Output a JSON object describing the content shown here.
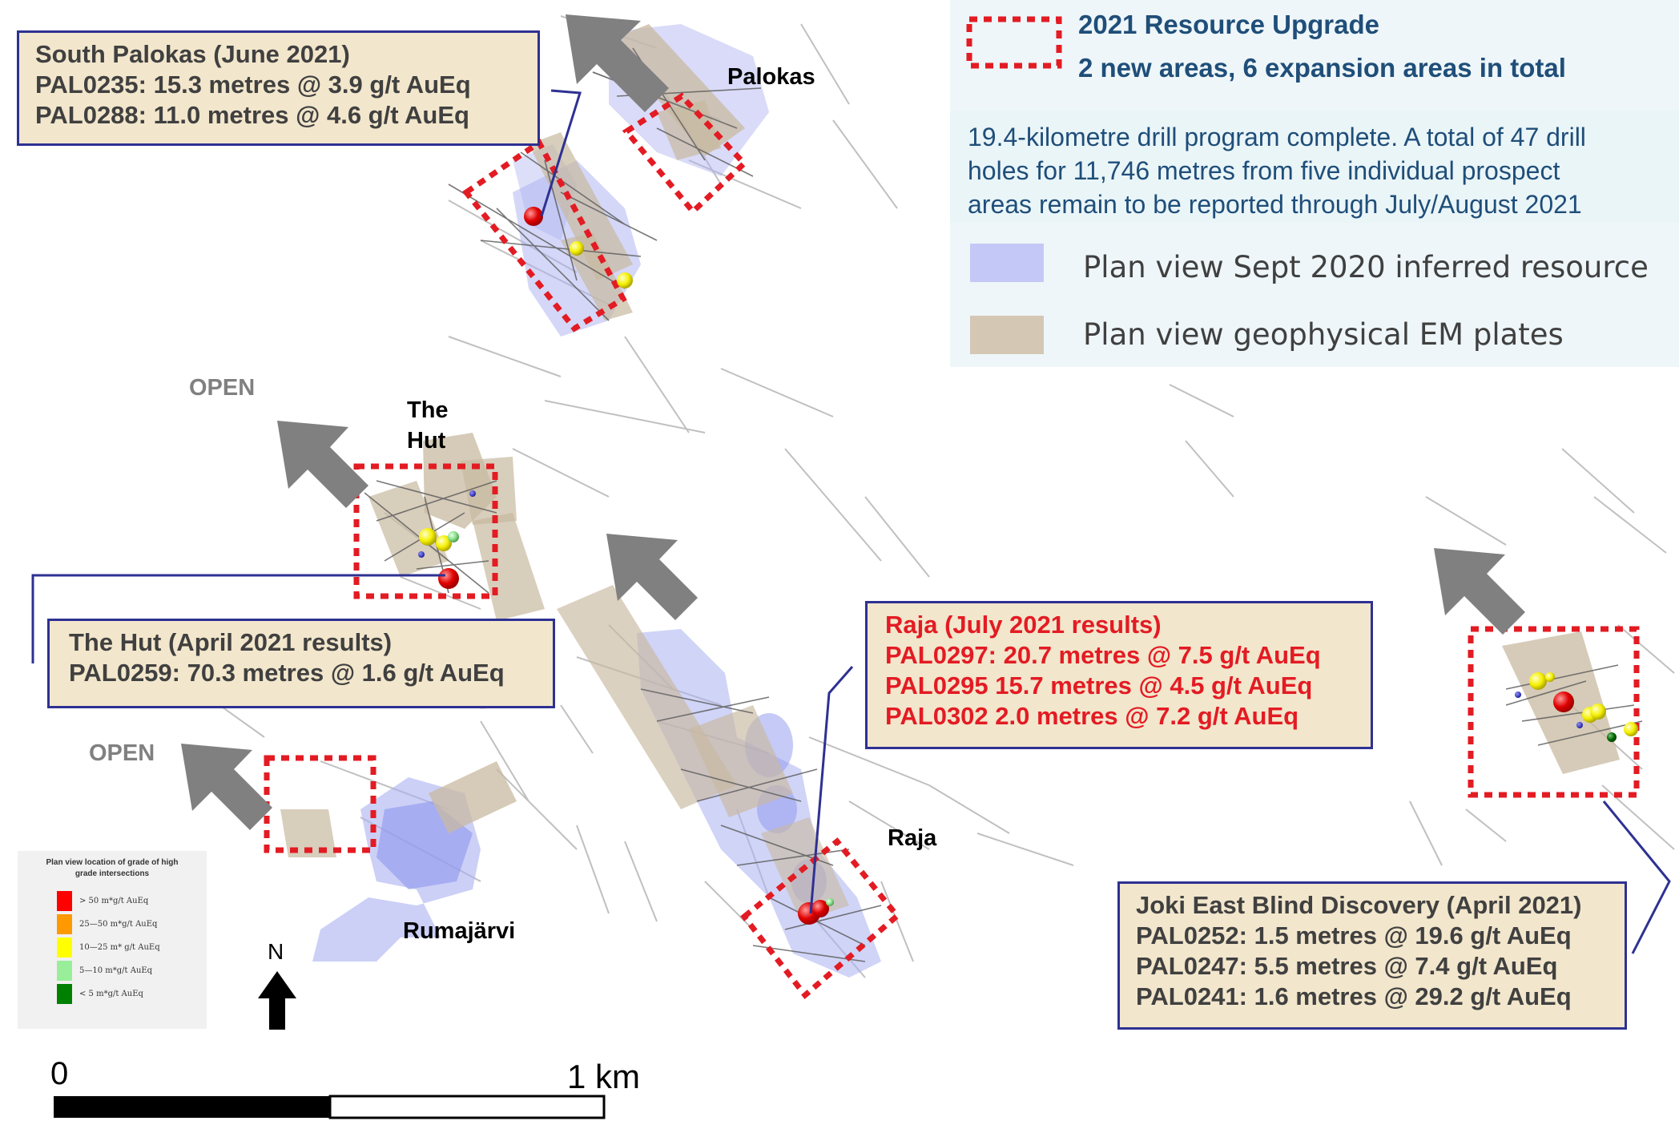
{
  "callouts": {
    "south_palokas": {
      "title": "South Palokas (June 2021)",
      "lines": [
        "PAL0235: 15.3 metres @ 3.9 g/t AuEq",
        "PAL0288: 11.0 metres @ 4.6 g/t AuEq"
      ]
    },
    "the_hut": {
      "title": "The Hut (April 2021 results)",
      "lines": [
        "PAL0259: 70.3 metres @ 1.6 g/t AuEq"
      ]
    },
    "raja": {
      "title": "Raja (July 2021 results)",
      "lines": [
        "PAL0297: 20.7 metres @ 7.5 g/t AuEq",
        "PAL0295 15.7 metres @ 4.5 g/t AuEq",
        "PAL0302 2.0 metres @ 7.2 g/t AuEq"
      ]
    },
    "joki_east": {
      "title": "Joki East Blind Discovery (April 2021)",
      "lines": [
        "PAL0252: 1.5 metres @ 19.6 g/t AuEq",
        "PAL0247: 5.5 metres @ 7.4 g/t AuEq",
        "PAL0241: 1.6 metres @ 29.2 g/t AuEq"
      ]
    }
  },
  "place_labels": {
    "palokas": "Palokas",
    "the_hut_line1": "The",
    "the_hut_line2": "Hut",
    "raja": "Raja",
    "rumajarvi": "Rumajärvi",
    "open_1": "OPEN",
    "open_2": "OPEN"
  },
  "legend": {
    "upgrade_title": "2021 Resource Upgrade",
    "upgrade_subtitle": "2 new areas, 6 expansion areas in total",
    "program_text": [
      "19.4-kilometre drill program complete.  A total of 47 drill",
      "holes for 11,746 metres from five individual prospect",
      "areas remain to be reported through July/August 2021"
    ],
    "resource_label": "Plan view Sept 2020 inferred resource",
    "em_label": "Plan view geophysical EM plates"
  },
  "grade_legend": {
    "title_lines": [
      "Plan view location of grade of high",
      "grade intersections"
    ],
    "items": [
      {
        "label": "> 50  m*g/t  AuEq",
        "color": "#ff0000"
      },
      {
        "label": "25—50 m*g/t AuEq",
        "color": "#ff9900"
      },
      {
        "label": "10—25 m* g/t AuEq",
        "color": "#ffff00"
      },
      {
        "label": "5—10 m*g/t AuEq",
        "color": "#99ee99"
      },
      {
        "label": "< 5 m*g/t AuEq",
        "color": "#008000"
      }
    ]
  },
  "north_arrow": {
    "label": "N"
  },
  "scale_bar": {
    "start_label": "0",
    "end_label": "1 km"
  },
  "colors": {
    "callout_fill": "#f2e6cc",
    "callout_border": "#2e3192",
    "upgrade_outline": "#e31b23",
    "resource_fill": "#aab0f0",
    "em_plate_fill": "#c8b9a0",
    "open_arrow": "#808080",
    "legend_text": "#1f4e79"
  },
  "icons": {
    "open_arrow": "arrow-northwest-icon",
    "north_arrow": "arrow-up-icon"
  }
}
